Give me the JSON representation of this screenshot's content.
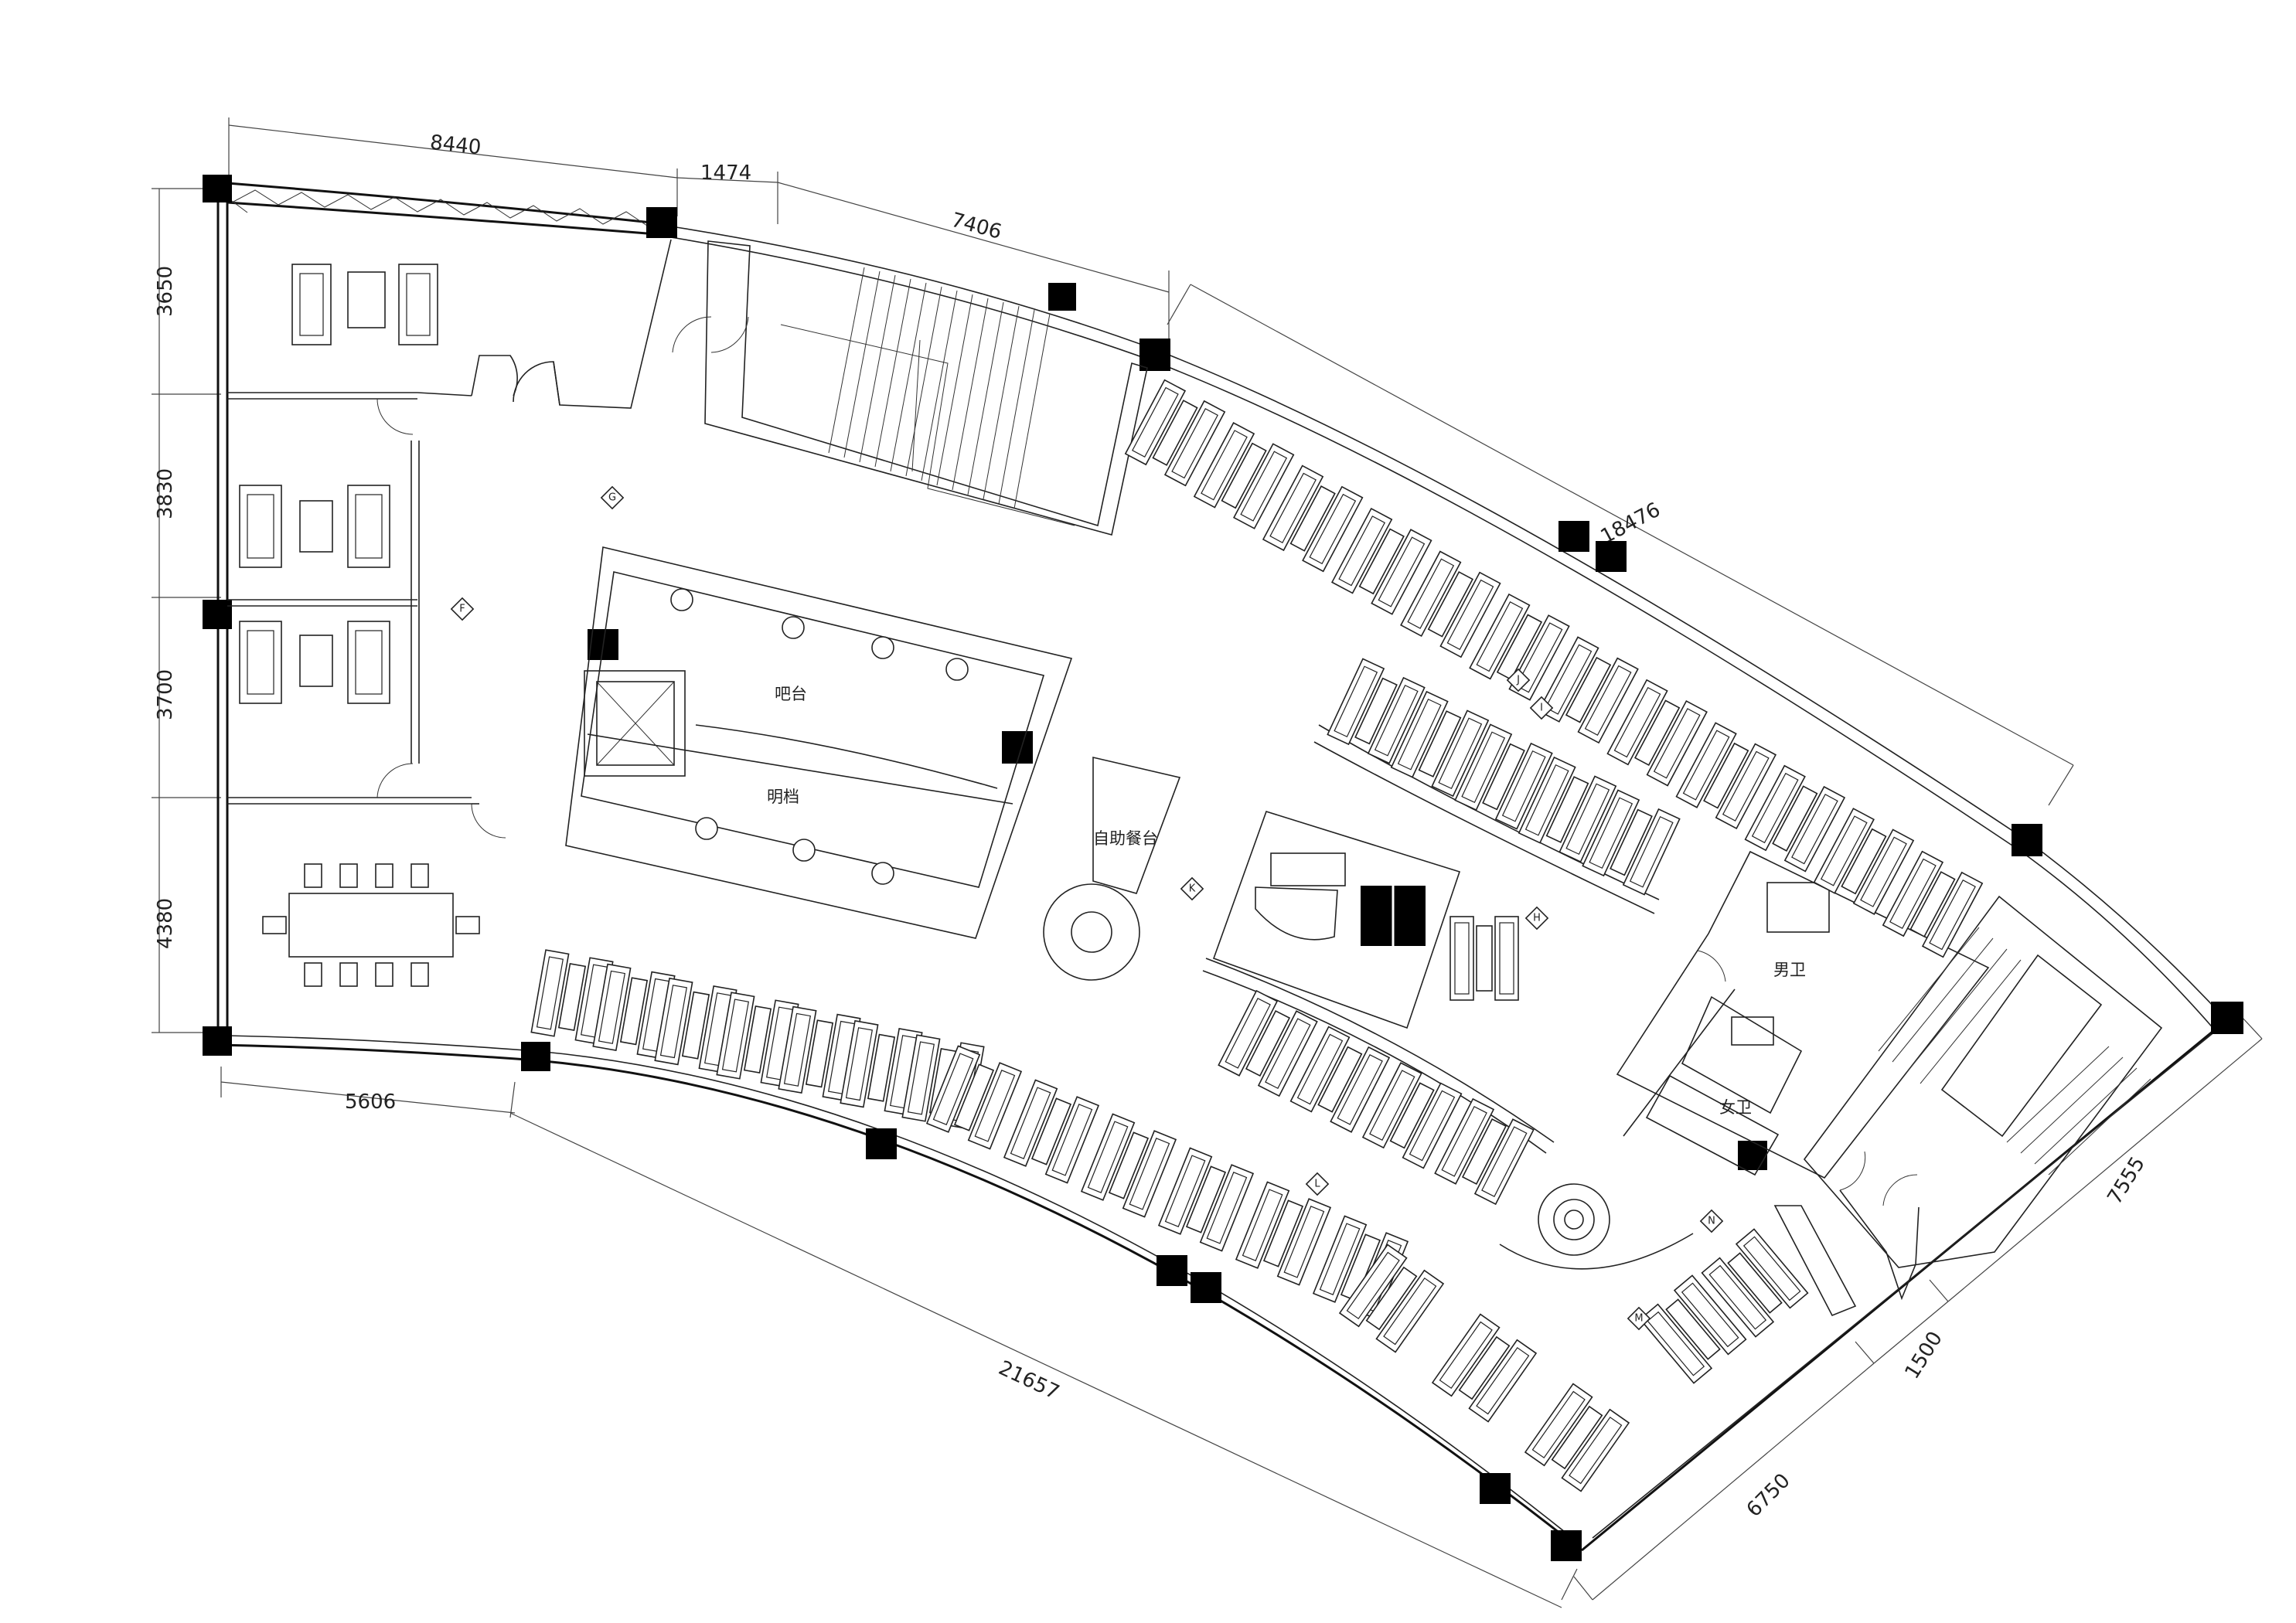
{
  "dimensions": {
    "top_1": "8440",
    "top_2": "1474",
    "top_3": "7406",
    "top_right": "18476",
    "left_1": "3650",
    "left_2": "3830",
    "left_3": "3700",
    "left_4": "4380",
    "bottom_left": "5606",
    "bottom_main": "21657",
    "right_1": "7555",
    "right_2": "1500",
    "right_3": "6750"
  },
  "labels": {
    "bar_counter": "吧台",
    "bright_stall": "明档",
    "buffet_counter": "自助餐台",
    "mens_wc": "男卫",
    "womens_wc": "女卫"
  },
  "section_tags": {
    "g": "G",
    "f": "F",
    "j": "J",
    "i": "I",
    "k": "K",
    "h": "H",
    "l": "L",
    "n": "N",
    "m": "M"
  },
  "colors": {
    "line": "#111111",
    "column": "#000000",
    "background": "#ffffff"
  }
}
